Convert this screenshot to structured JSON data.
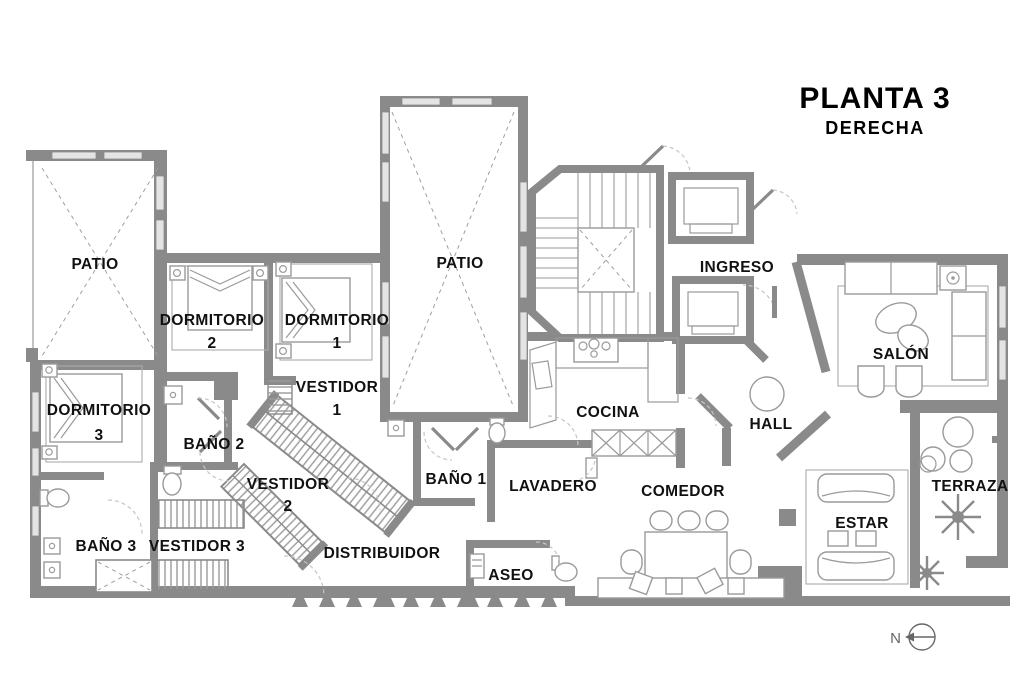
{
  "title": {
    "main": "PLANTA 3",
    "sub": "DERECHA"
  },
  "compass": {
    "label": "N"
  },
  "colors": {
    "wall": "#8a8a8a",
    "window": "#e4e4e4",
    "furniture_line": "#9a9a9a",
    "text": "#111111"
  },
  "rooms": {
    "patio_left": {
      "label": "PATIO"
    },
    "patio_center": {
      "label": "PATIO"
    },
    "dormitorio2": {
      "line1": "DORMITORIO",
      "line2": "2"
    },
    "dormitorio1": {
      "line1": "DORMITORIO",
      "line2": "1"
    },
    "dormitorio3": {
      "line1": "DORMITORIO",
      "line2": "3"
    },
    "vestidor1": {
      "line1": "VESTIDOR",
      "line2": "1"
    },
    "vestidor2": {
      "line1": "VESTIDOR",
      "line2": "2"
    },
    "vestidor3": {
      "label": "VESTIDOR 3"
    },
    "bano1": {
      "label": "BAÑO 1"
    },
    "bano2": {
      "label": "BAÑO 2"
    },
    "bano3": {
      "label": "BAÑO 3"
    },
    "ingreso": {
      "label": "INGRESO"
    },
    "salon": {
      "label": "SALÓN"
    },
    "cocina": {
      "label": "COCINA"
    },
    "hall": {
      "label": "HALL"
    },
    "lavadero": {
      "label": "LAVADERO"
    },
    "comedor": {
      "label": "COMEDOR"
    },
    "distribuidor": {
      "label": "DISTRIBUIDOR"
    },
    "aseo": {
      "label": "ASEO"
    },
    "estar": {
      "label": "ESTAR"
    },
    "terraza": {
      "label": "TERRAZA"
    }
  }
}
